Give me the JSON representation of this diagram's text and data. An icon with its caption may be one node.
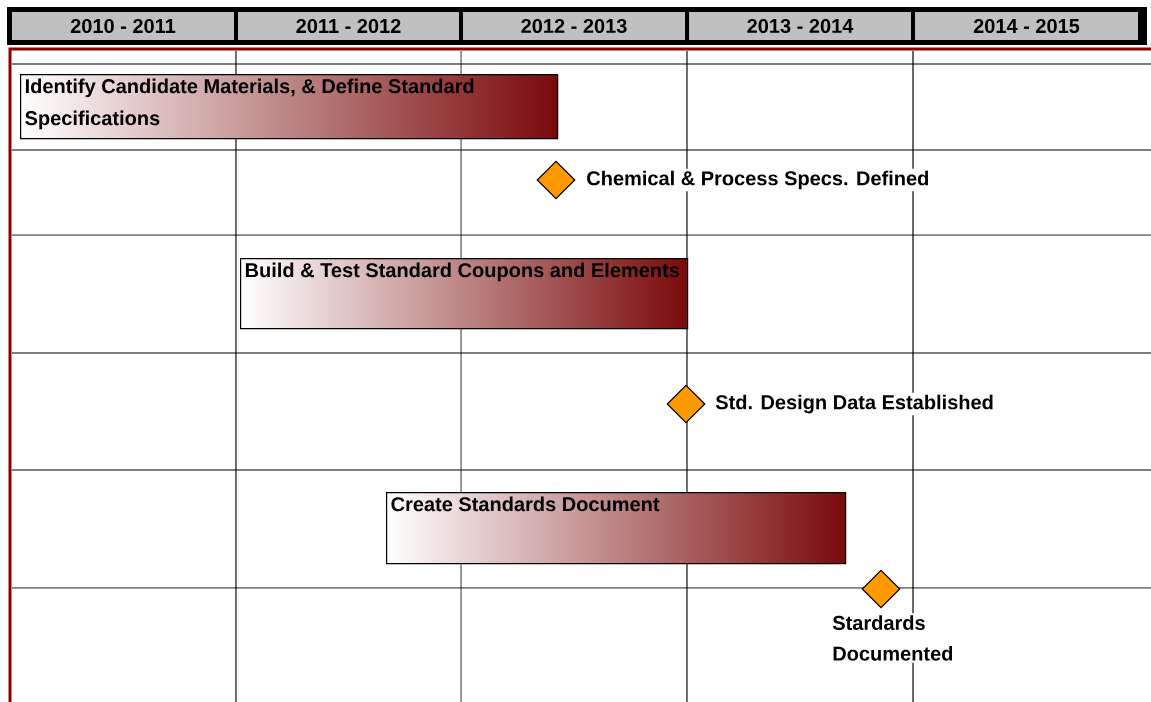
{
  "diagram": {
    "nodes": [
      {
        "text": [
          "2010 - 2011"
        ]
      },
      {
        "text": [
          "2011 - 2012"
        ]
      },
      {
        "text": [
          "2012 - 2013"
        ]
      },
      {
        "text": [
          "2013 - 2014"
        ]
      },
      {
        "text": [
          "2014 - 2015"
        ]
      },
      {
        "text": [
          "Identify Candidate Materials, & Define Standard Specifications"
        ]
      },
      {
        "text": [],
        "shape": "diamond",
        "beside": [
          "Chemical & Process Specs. Defined"
        ]
      },
      {
        "text": [
          "Build & Test Standard Coupons and Elements"
        ]
      },
      {
        "text": [],
        "shape": "diamond",
        "beside": [
          "Std. Design Data Established"
        ]
      },
      {
        "text": [
          "Create Standards Document"
        ]
      },
      {
        "text": [],
        "shape": "diamond",
        "beside": [
          "Stardards Documented"
        ]
      }
    ]
  }
}
